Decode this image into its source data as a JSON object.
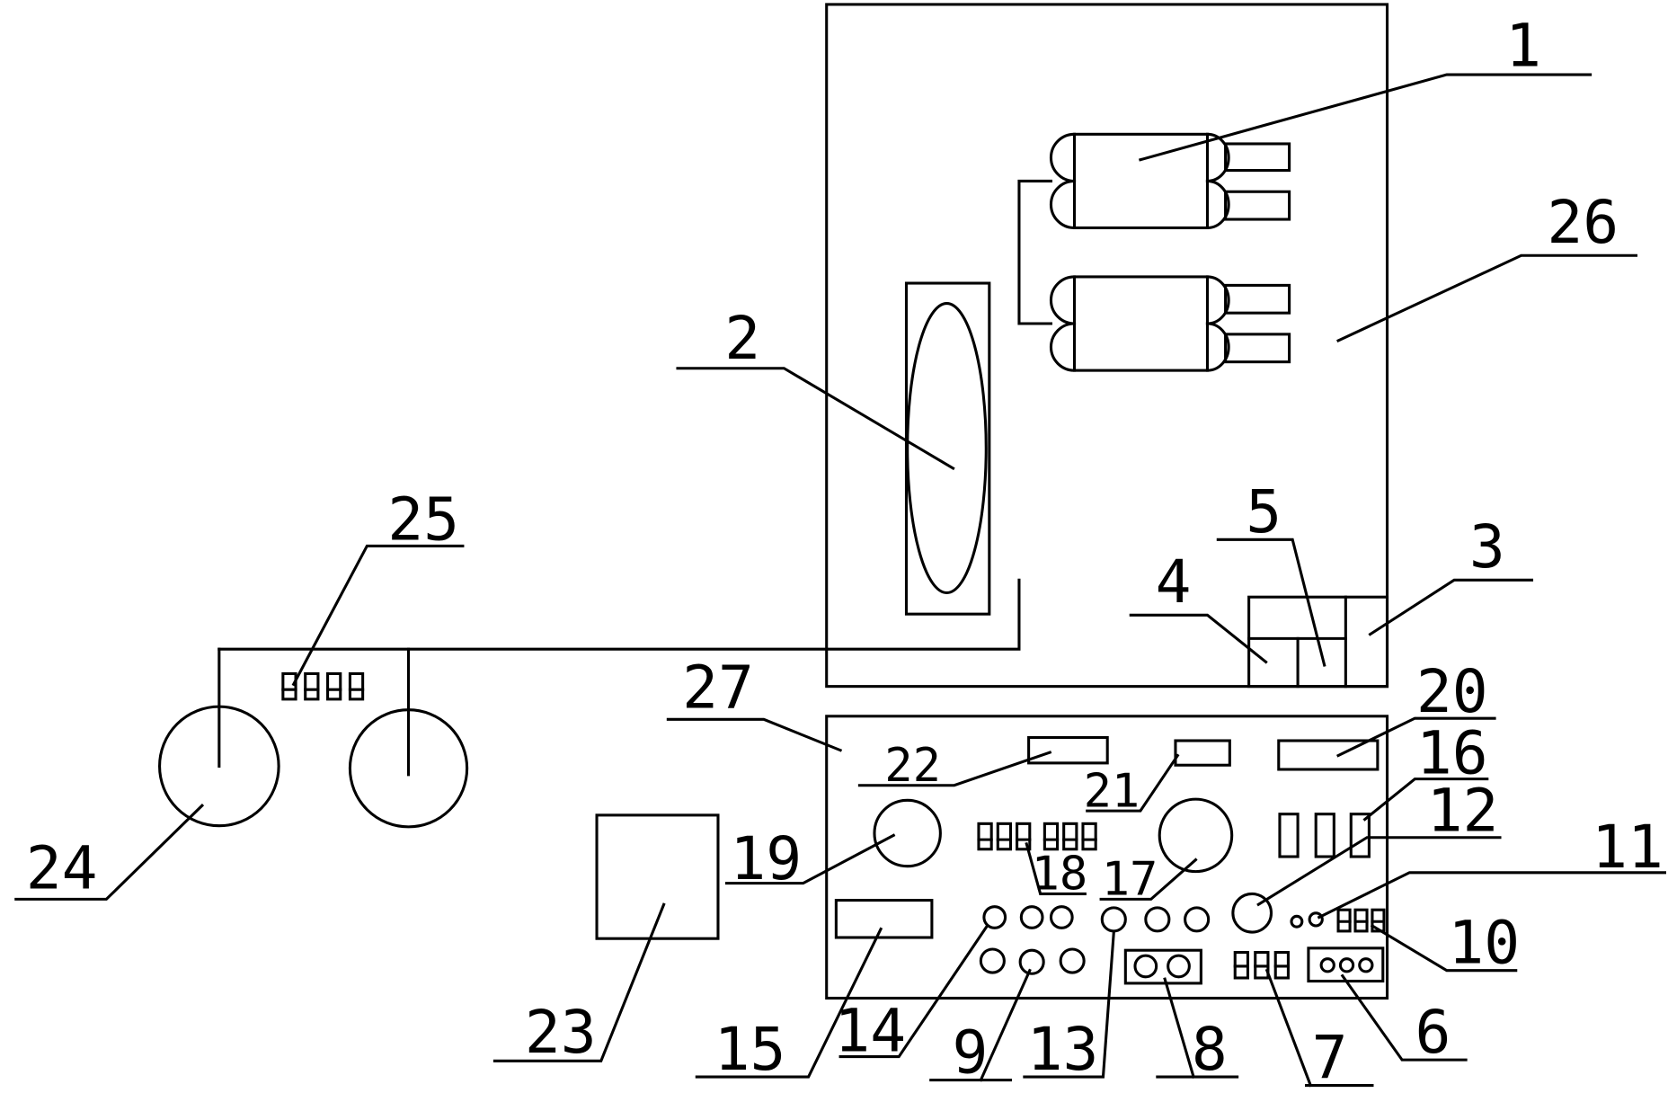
{
  "colors": {
    "line": "#000000",
    "background": "#ffffff"
  },
  "labels": {
    "n1": "1",
    "n2": "2",
    "n3": "3",
    "n4": "4",
    "n5": "5",
    "n6": "6",
    "n7": "7",
    "n8": "8",
    "n9": "9",
    "n10": "10",
    "n11": "11",
    "n12": "12",
    "n13": "13",
    "n14": "14",
    "n15": "15",
    "n16": "16",
    "n17": "17",
    "n18": "18",
    "n19": "19",
    "n20": "20",
    "n21": "21",
    "n22": "22",
    "n23": "23",
    "n24": "24",
    "n25": "25",
    "n26": "26",
    "n27": "27"
  }
}
